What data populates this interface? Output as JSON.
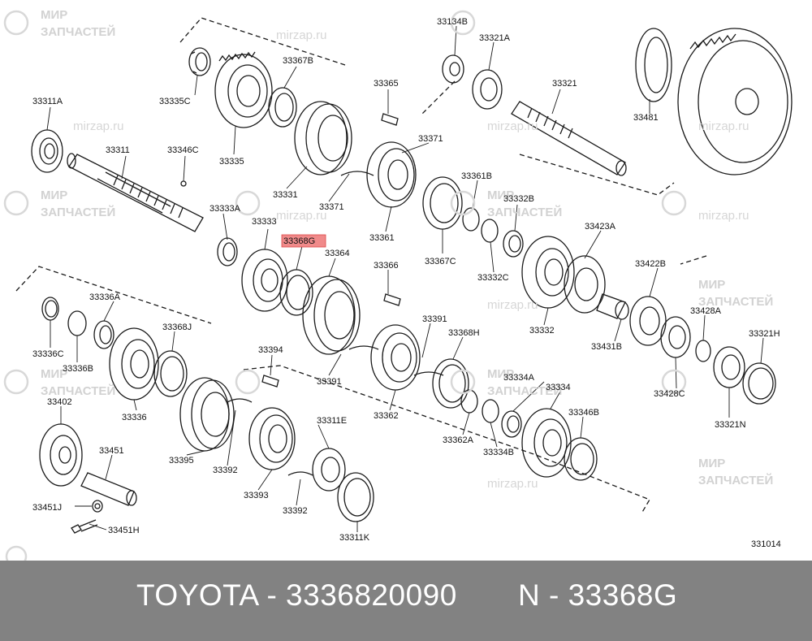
{
  "watermark": {
    "line1": "МИР",
    "line2": "ЗАПЧАСТЕЙ",
    "site": "mirzap.ru"
  },
  "highlight_color": "#f08a8a",
  "parts": {
    "p33311A": "33311A",
    "p33311": "33311",
    "p33335C": "33335C",
    "p33346C": "33346C",
    "p33335": "33335",
    "p33367B": "33367B",
    "p33365": "33365",
    "p33331": "33331",
    "p33333A": "33333A",
    "p33333": "33333",
    "p33371": "33371",
    "p33134B": "33134B",
    "p33321A": "33321A",
    "p33321": "33321",
    "p33481": "33481",
    "p33361B": "33361B",
    "p33361": "33361",
    "p33367C": "33367C",
    "p33332B": "33332B",
    "p33332C": "33332C",
    "p33423A": "33423A",
    "p33422B": "33422B",
    "p33332": "33332",
    "p33431B": "33431B",
    "p33428A": "33428A",
    "p33321H": "33321H",
    "p33428C": "33428C",
    "p33321N": "33321N",
    "p33368G": "33368G",
    "p33364": "33364",
    "p33366": "33366",
    "p33391": "33391",
    "p33368H": "33368H",
    "p33336A": "33336A",
    "p33368J": "33368J",
    "p33336C": "33336C",
    "p33336B": "33336B",
    "p33336": "33336",
    "p33394": "33394",
    "p33391b": "33391",
    "p33362": "33362",
    "p33334A": "33334A",
    "p33334": "33334",
    "p33346B": "33346B",
    "p33362A": "33362A",
    "p33334B": "33334B",
    "p33402": "33402",
    "p33451": "33451",
    "p33451J": "33451J",
    "p33451H": "33451H",
    "p33395": "33395",
    "p33392": "33392",
    "p33393": "33393",
    "p33311E": "33311E",
    "p33392b": "33392",
    "p33311K": "33311K",
    "p331014": "331014"
  },
  "footer": {
    "left": "TOYOTA - 3336820090",
    "right": "N - 33368G"
  }
}
